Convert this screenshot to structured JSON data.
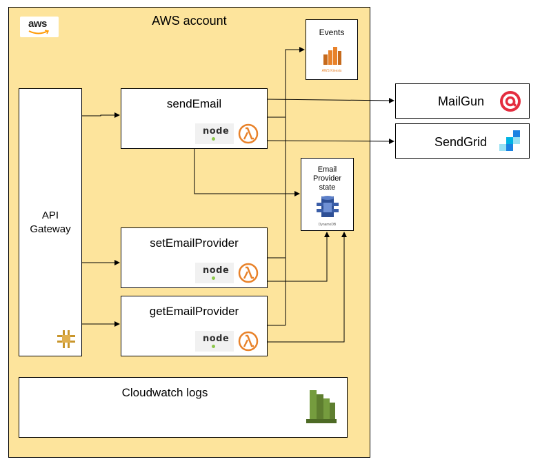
{
  "account": {
    "title": "AWS account",
    "logo_text": "aws"
  },
  "api_gateway": {
    "line1": "API",
    "line2": "Gateway",
    "icon": "api-gateway-icon"
  },
  "functions": [
    {
      "name": "sendEmail",
      "runtime": "node"
    },
    {
      "name": "setEmailProvider",
      "runtime": "node"
    },
    {
      "name": "getEmailProvider",
      "runtime": "node"
    }
  ],
  "events": {
    "title": "Events",
    "icon_caption": "AWS Kinesis"
  },
  "state": {
    "line1": "Email",
    "line2": "Provider",
    "line3": "state",
    "icon_caption": "DynamoDB"
  },
  "cloudwatch": {
    "title": "Cloudwatch logs"
  },
  "providers": [
    {
      "name": "MailGun",
      "icon": "mailgun-icon",
      "color": "#e42d3f"
    },
    {
      "name": "SendGrid",
      "icon": "sendgrid-icon",
      "color": "#1a82e2"
    }
  ],
  "colors": {
    "account_bg": "#fde49c",
    "lambda": "#e8822a",
    "node_green": "#8cc84b",
    "kinesis": "#e8822a",
    "dynamo": "#3b5ea8",
    "cloudwatch": "#759c3e",
    "api_gateway": "#c8952b"
  }
}
